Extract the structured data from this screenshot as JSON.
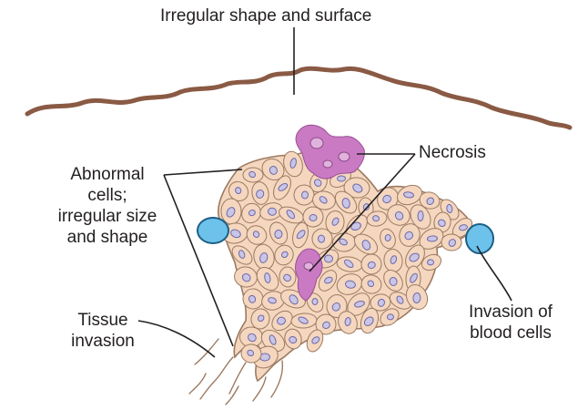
{
  "labels": {
    "surface": "Irregular shape and surface",
    "necrosis": "Necrosis",
    "abnormal_cells": "Abnormal\ncells;\nirregular size\nand shape",
    "tissue_invasion": "Tissue\ninvasion",
    "blood_invasion": "Invasion of\nblood cells"
  },
  "colors": {
    "surface_line": "#8a5a44",
    "cell_fill": "#f4d7be",
    "cell_stroke": "#9c7a62",
    "nucleus_fill": "#c9c5e6",
    "nucleus_stroke": "#6e68a8",
    "necrosis_fill": "#c97ac3",
    "vessel_fill": "#6cc2ea",
    "vessel_stroke": "#1d5f86",
    "leader_line": "#231f20"
  }
}
